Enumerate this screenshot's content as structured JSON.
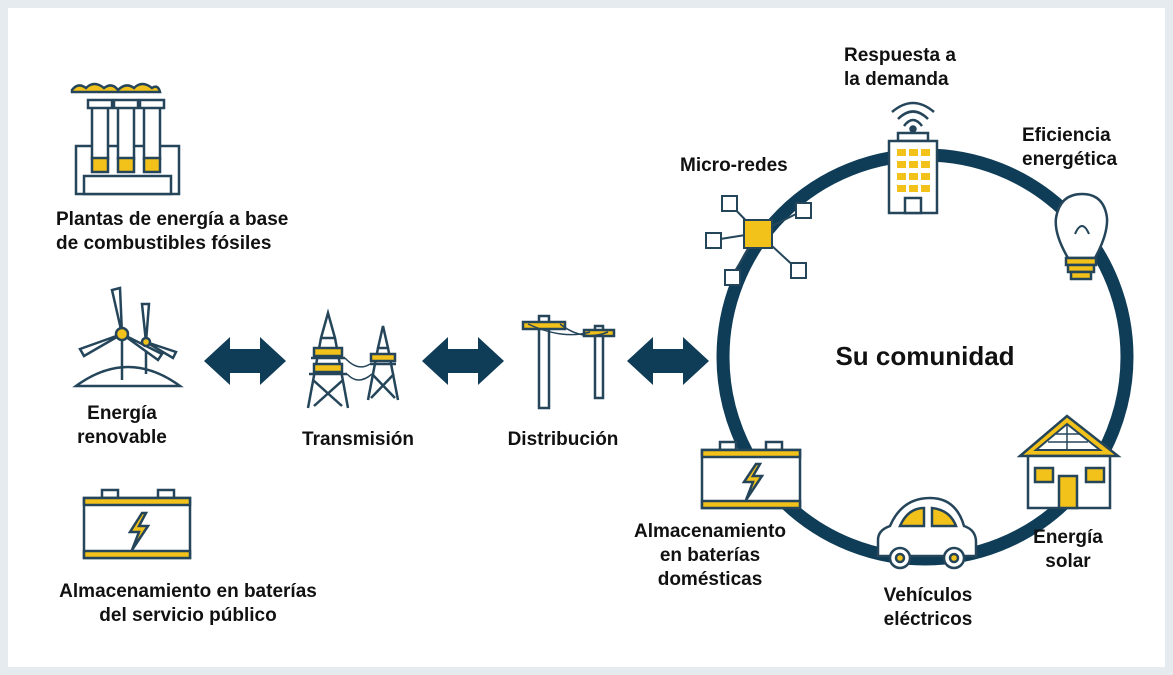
{
  "labels": {
    "plantas": [
      "Plantas de energía a base",
      "de combustibles fósiles"
    ],
    "renovable": [
      "Energía",
      "renovable"
    ],
    "transmision": "Transmisión",
    "distribucion": "Distribución",
    "almacen_publico": [
      "Almacenamiento en baterías",
      "del servicio público"
    ],
    "micro_redes": "Micro-redes",
    "respuesta": [
      "Respuesta a",
      "la demanda"
    ],
    "eficiencia": [
      "Eficiencia",
      "energética"
    ],
    "comunidad": "Su comunidad",
    "solar": [
      "Energía",
      "solar"
    ],
    "vehiculos": [
      "Vehículos",
      "eléctricos"
    ],
    "almacen_domestico": [
      "Almacenamiento",
      "en baterías",
      "domésticas"
    ]
  },
  "colors": {
    "navy": "#0f3d58",
    "yellow": "#f2c11a",
    "outline": "#25455a",
    "background": "#ffffff",
    "frame": "#e6ebef"
  },
  "icons": {
    "plant": "factory-icon",
    "wind": "wind-turbine-icon",
    "tower": "transmission-tower-icon",
    "pole": "utility-pole-icon",
    "battery": "battery-icon",
    "microgrid": "microgrid-icon",
    "building": "smart-building-icon",
    "bulb": "lightbulb-icon",
    "house": "solar-house-icon",
    "car": "electric-car-icon"
  }
}
